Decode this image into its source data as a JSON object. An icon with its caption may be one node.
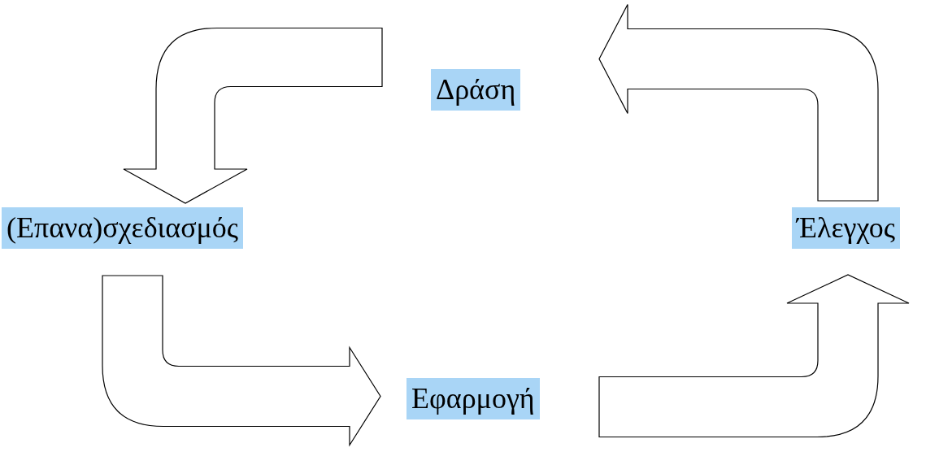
{
  "diagram": {
    "nodes": [
      {
        "text": [
          "Δράση"
        ]
      },
      {
        "text": [
          "(Επανα)σχεδιασμός"
        ]
      },
      {
        "text": [
          "Εφαρμογή"
        ]
      },
      {
        "text": [
          "Έλεγχος"
        ]
      }
    ],
    "edges": [
      {
        "from": 0,
        "to": 1,
        "arrow": "to"
      },
      {
        "from": 1,
        "to": 2,
        "arrow": "to"
      },
      {
        "from": 2,
        "to": 3,
        "arrow": "to"
      },
      {
        "from": 3,
        "to": 0,
        "arrow": "to"
      }
    ]
  }
}
